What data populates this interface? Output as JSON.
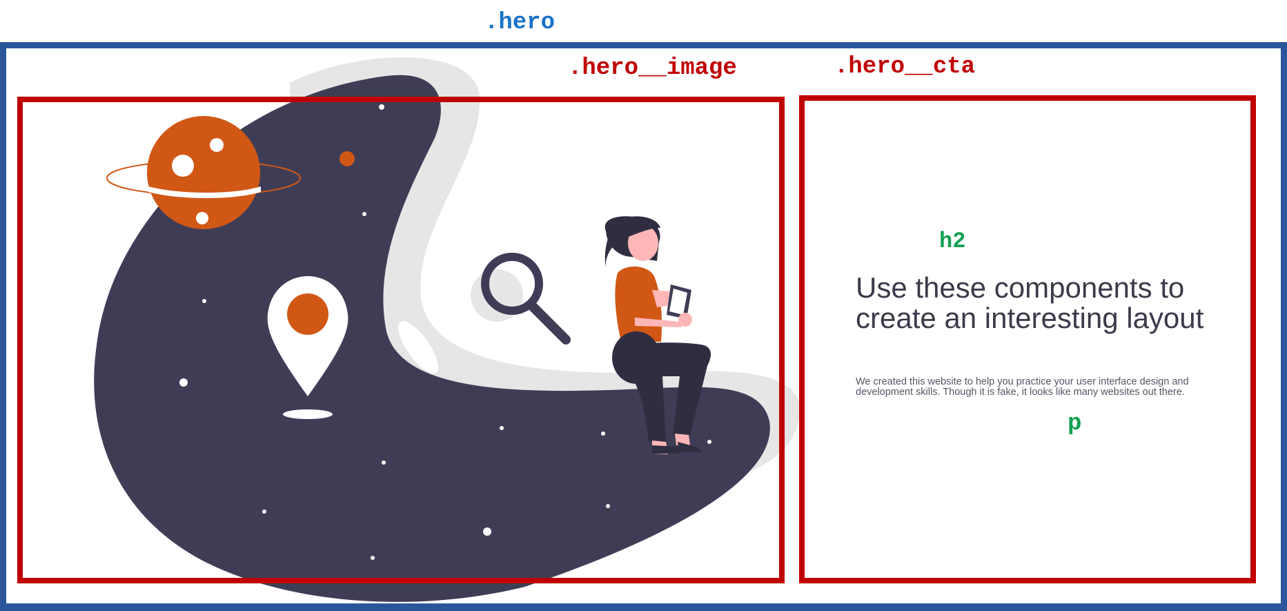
{
  "labels": {
    "hero": ".hero",
    "hero_image": ".hero__image",
    "hero_cta": ".hero__cta",
    "h2": "h2",
    "p": "p"
  },
  "cta": {
    "heading": "Use these components to create an interesting layout",
    "paragraph": "We created this website to help you practice your user interface design and development skills. Though it is fake, it looks like many websites out there."
  },
  "colors": {
    "hero_outline": "#2b579a",
    "inner_outline": "#c00000",
    "hero_label": "#1a73c8",
    "inner_label": "#c00000",
    "element_label": "#10a050",
    "illustration_dark": "#3f3d56",
    "illustration_accent": "#d15715",
    "illustration_shadow": "#e6e6e6"
  },
  "icons": [
    "planet-icon",
    "location-pin-icon",
    "magnifier-icon",
    "person-with-phone-icon"
  ]
}
